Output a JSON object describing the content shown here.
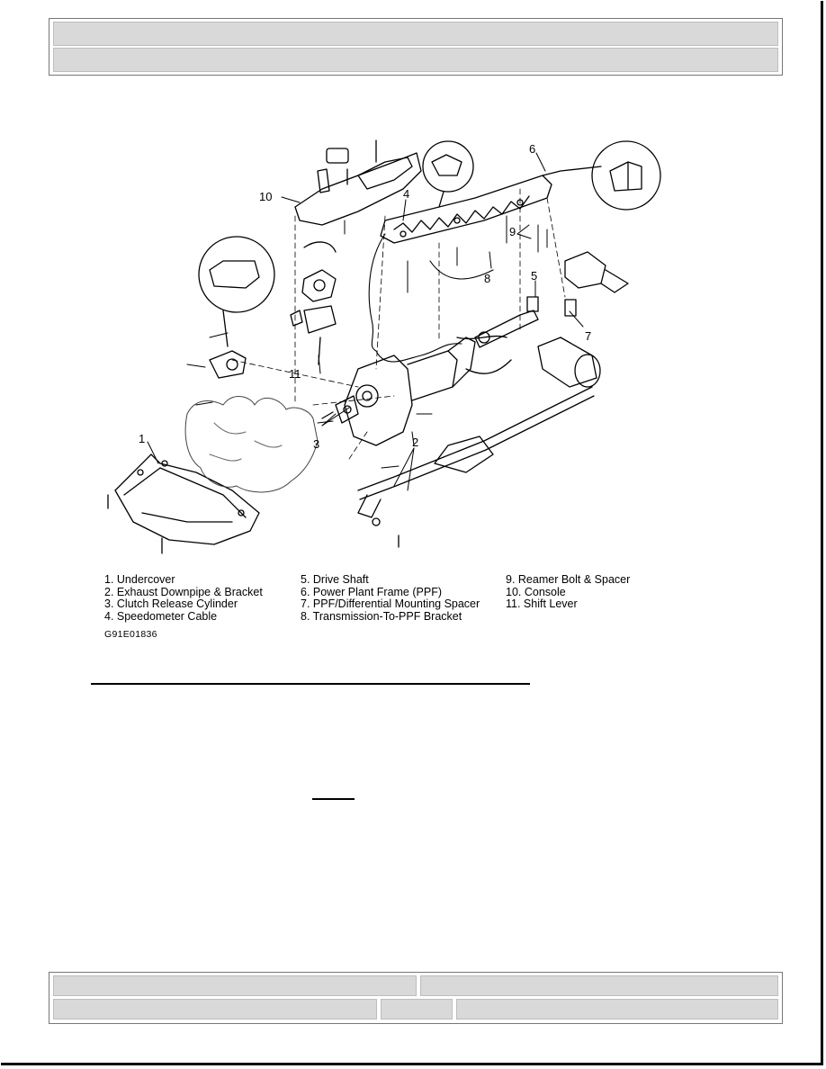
{
  "header": {
    "row1": "",
    "row2": ""
  },
  "figure": {
    "callouts": [
      "1",
      "2",
      "3",
      "4",
      "5",
      "6",
      "7",
      "8",
      "9",
      "10",
      "11"
    ],
    "code": "G91E01836"
  },
  "legend": {
    "col1": [
      "1. Undercover",
      "2. Exhaust Downpipe & Bracket",
      "3. Clutch Release Cylinder",
      "4. Speedometer Cable"
    ],
    "col2": [
      "5. Drive Shaft",
      "6. Power Plant Frame (PPF)",
      "7. PPF/Differential Mounting Spacer",
      "8. Transmission-To-PPF Bracket"
    ],
    "col3": [
      "9. Reamer Bolt & Spacer",
      "10. Console",
      "11. Shift Lever"
    ]
  },
  "footer": {
    "cell1": "",
    "cell2": "",
    "cell3": "",
    "cell4": "",
    "cell5": ""
  }
}
